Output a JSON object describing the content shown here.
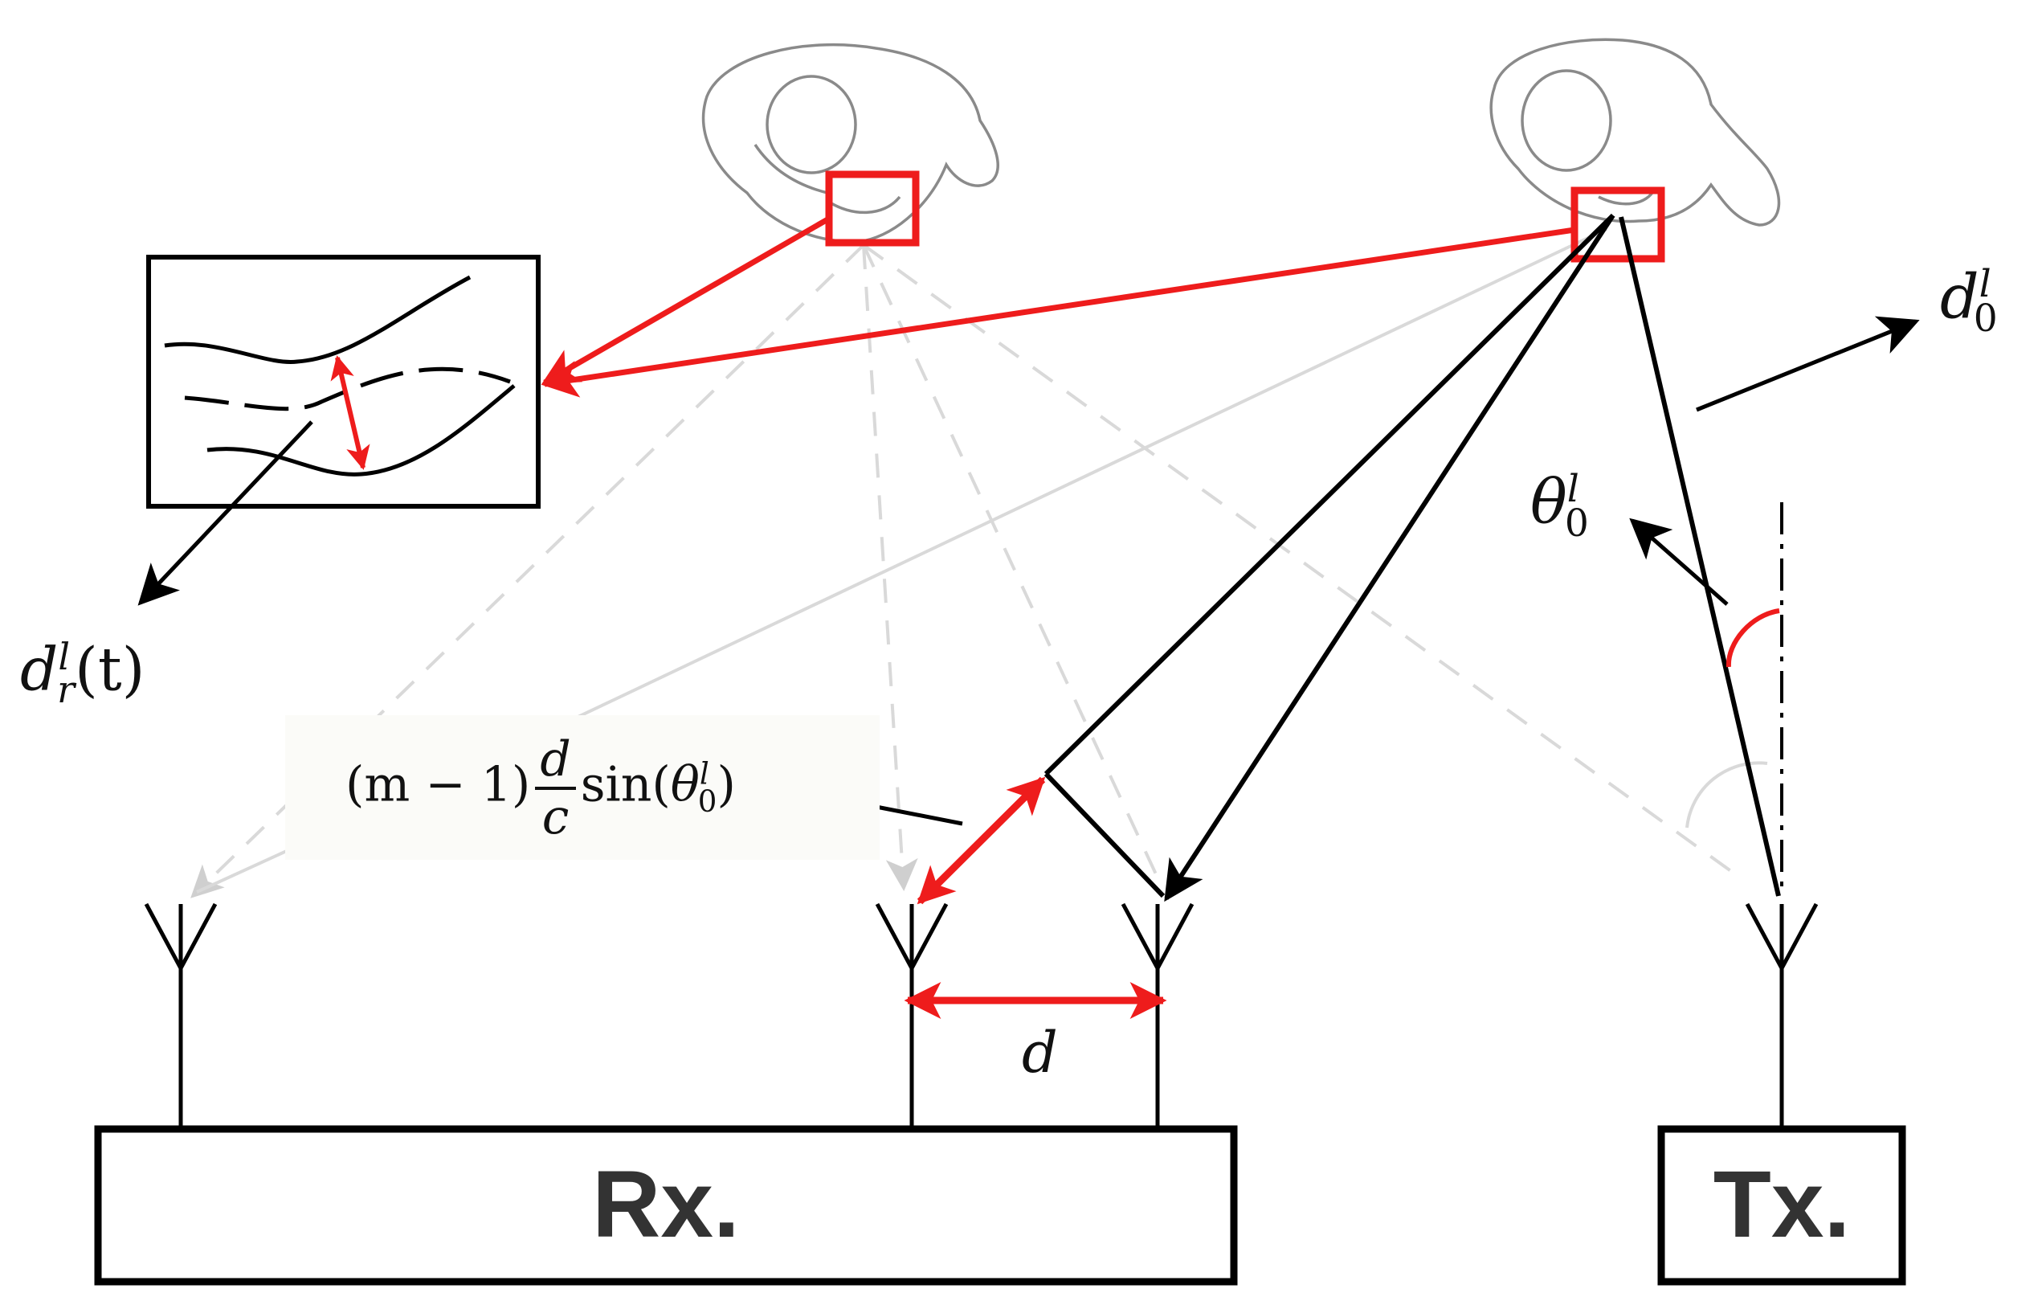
{
  "boxes": {
    "rx_label": "Rx.",
    "tx_label": "Tx."
  },
  "labels": {
    "spacing": "d",
    "doppler_offset": {
      "base": "d",
      "sup": "l",
      "sub": "0"
    },
    "aoa": {
      "base": "θ",
      "sup": "l",
      "sub": "0"
    },
    "range": {
      "base": "d",
      "sup": "l",
      "sub": "r",
      "arg": "(t)"
    },
    "path_diff": {
      "prefix": "(m − 1)",
      "frac_num": "d",
      "frac_den": "c",
      "fn": "sin(",
      "theta": "θ",
      "sup": "l",
      "sub": "0",
      "close": ")"
    }
  },
  "colors": {
    "accent": "#ee1c1c",
    "ink": "#000000",
    "faint": "#d6d6d6"
  },
  "icons": [
    "person-topview-icon",
    "antenna-icon",
    "waveform-icon"
  ]
}
